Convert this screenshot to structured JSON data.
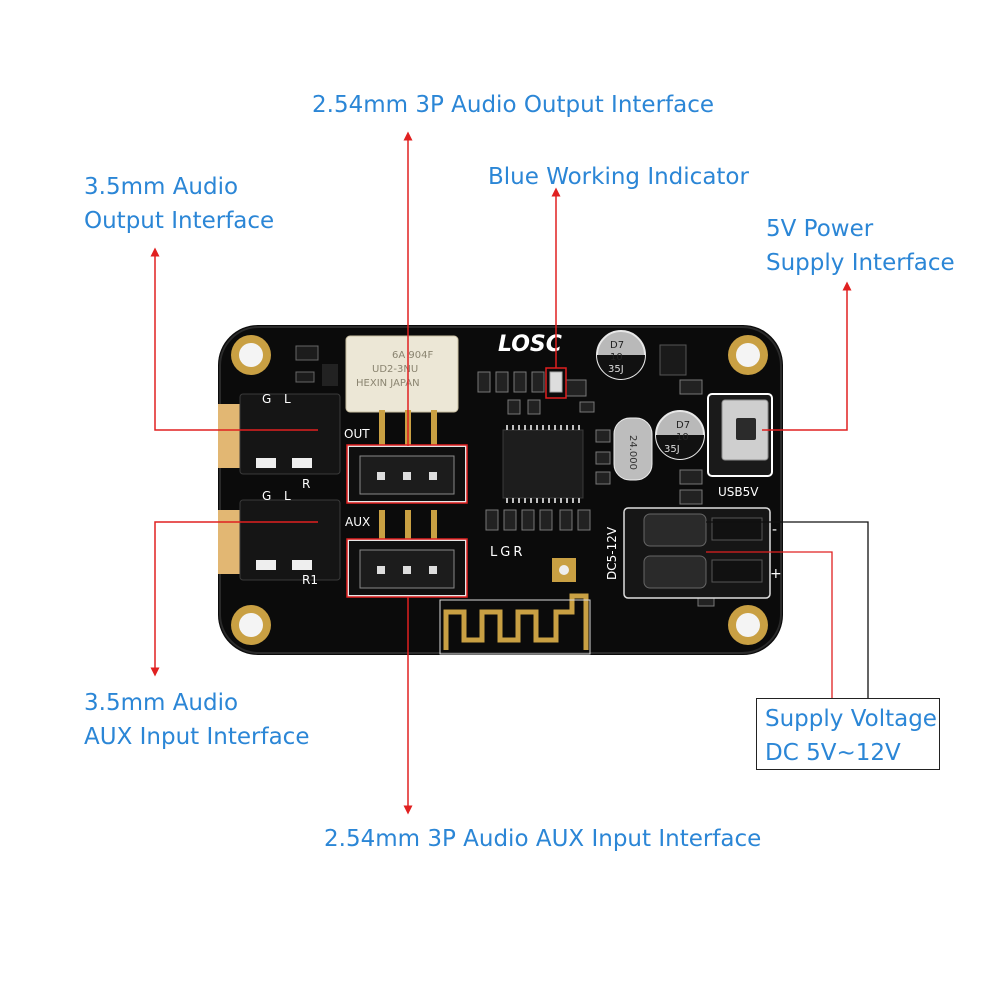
{
  "callouts": {
    "output_3p": "2.54mm 3P Audio Output Interface",
    "blue_indicator": "Blue Working Indicator",
    "jack_output": [
      "3.5mm Audio",
      "Output Interface"
    ],
    "power_5v": [
      "5V Power",
      "Supply Interface"
    ],
    "jack_aux": [
      "3.5mm Audio",
      "AUX Input Interface"
    ],
    "supply_voltage": [
      "Supply Voltage",
      "DC 5V~12V"
    ],
    "aux_3p": "2.54mm 3P Audio AUX Input Interface"
  },
  "board": {
    "logo": "LOSC",
    "silkscreen": {
      "out": "OUT",
      "aux": "AUX",
      "lgr": "LGR",
      "usb5v": "USB5V",
      "dc": "DC5-12V",
      "minus": "-",
      "plus": "+",
      "g": "G",
      "l": "L",
      "r": "R",
      "r1": "R1",
      "crystal": "24.000",
      "cap1": [
        "D7",
        "10",
        "35J"
      ],
      "cap2": [
        "D7",
        "10",
        "35J"
      ],
      "relay": [
        "6A 904F",
        "UD2-3NU",
        "HEXIN JAPAN"
      ]
    }
  },
  "colors": {
    "label_text": "#2b86d6",
    "arrow_red": "#e02020",
    "pcb": "#0b0b0b",
    "gold": "#c9a043",
    "black_line": "#111111"
  }
}
